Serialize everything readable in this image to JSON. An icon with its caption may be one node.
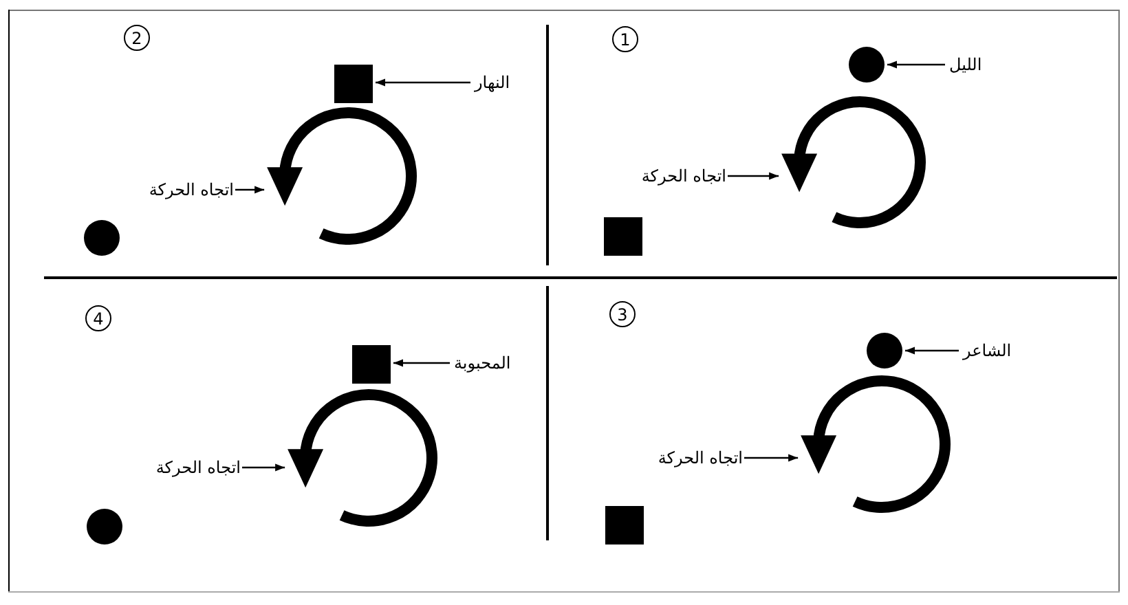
{
  "diagram": {
    "nodes": [
      {
        "text": [
          "1"
        ]
      },
      {
        "text": [
          "الليل"
        ]
      },
      {
        "text": [],
        "shape": "circle"
      },
      {
        "text": [
          "اتجاه الحركة"
        ]
      },
      {
        "text": [],
        "shape": "arrow"
      },
      {
        "text": [],
        "shape": "box"
      },
      {
        "text": [
          "2"
        ]
      },
      {
        "text": [
          "النهار"
        ]
      },
      {
        "text": [],
        "shape": "box"
      },
      {
        "text": [
          "اتجاه الحركة"
        ]
      },
      {
        "text": [],
        "shape": "arrow"
      },
      {
        "text": [],
        "shape": "circle"
      },
      {
        "text": [
          "3"
        ]
      },
      {
        "text": [
          "الشاعر"
        ]
      },
      {
        "text": [],
        "shape": "circle"
      },
      {
        "text": [
          "اتجاه الحركة"
        ]
      },
      {
        "text": [],
        "shape": "arrow"
      },
      {
        "text": [],
        "shape": "box"
      },
      {
        "text": [
          "4"
        ]
      },
      {
        "text": [
          "المحبوبة"
        ]
      },
      {
        "text": [],
        "shape": "box"
      },
      {
        "text": [
          "اتجاه الحركة"
        ]
      },
      {
        "text": [],
        "shape": "arrow"
      },
      {
        "text": [],
        "shape": "circle"
      }
    ],
    "edges": [
      {
        "from": 1,
        "to": 2,
        "arrow": "to"
      },
      {
        "from": 3,
        "to": 4,
        "arrow": "to"
      },
      {
        "from": 7,
        "to": 8,
        "arrow": "to"
      },
      {
        "from": 9,
        "to": 10,
        "arrow": "to"
      },
      {
        "from": 13,
        "to": 14,
        "arrow": "to"
      },
      {
        "from": 15,
        "to": 16,
        "arrow": "to"
      },
      {
        "from": 19,
        "to": 20,
        "arrow": "to"
      },
      {
        "from": 21,
        "to": 22,
        "arrow": "to"
      }
    ]
  }
}
